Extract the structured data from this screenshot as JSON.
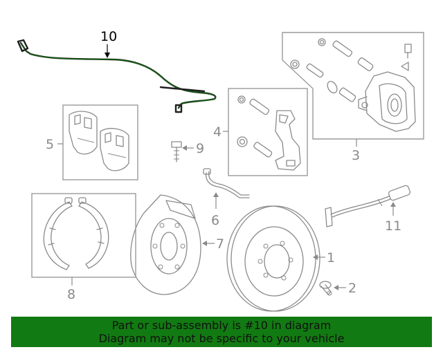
{
  "callouts": {
    "c1": "1",
    "c2": "2",
    "c3": "3",
    "c4": "4",
    "c5": "5",
    "c6": "6",
    "c7": "7",
    "c8": "8",
    "c9": "9",
    "c10": "10",
    "c11": "11"
  },
  "highlighted_callout": "10",
  "colors": {
    "banner_bg": "#127a12",
    "line_art": "#8a8a8a",
    "highlight_wire": "#1f1f1f"
  },
  "banner": {
    "line1": "Part or sub-assembly is #10 in diagram",
    "line2": "Diagram may not be specific to your vehicle"
  }
}
